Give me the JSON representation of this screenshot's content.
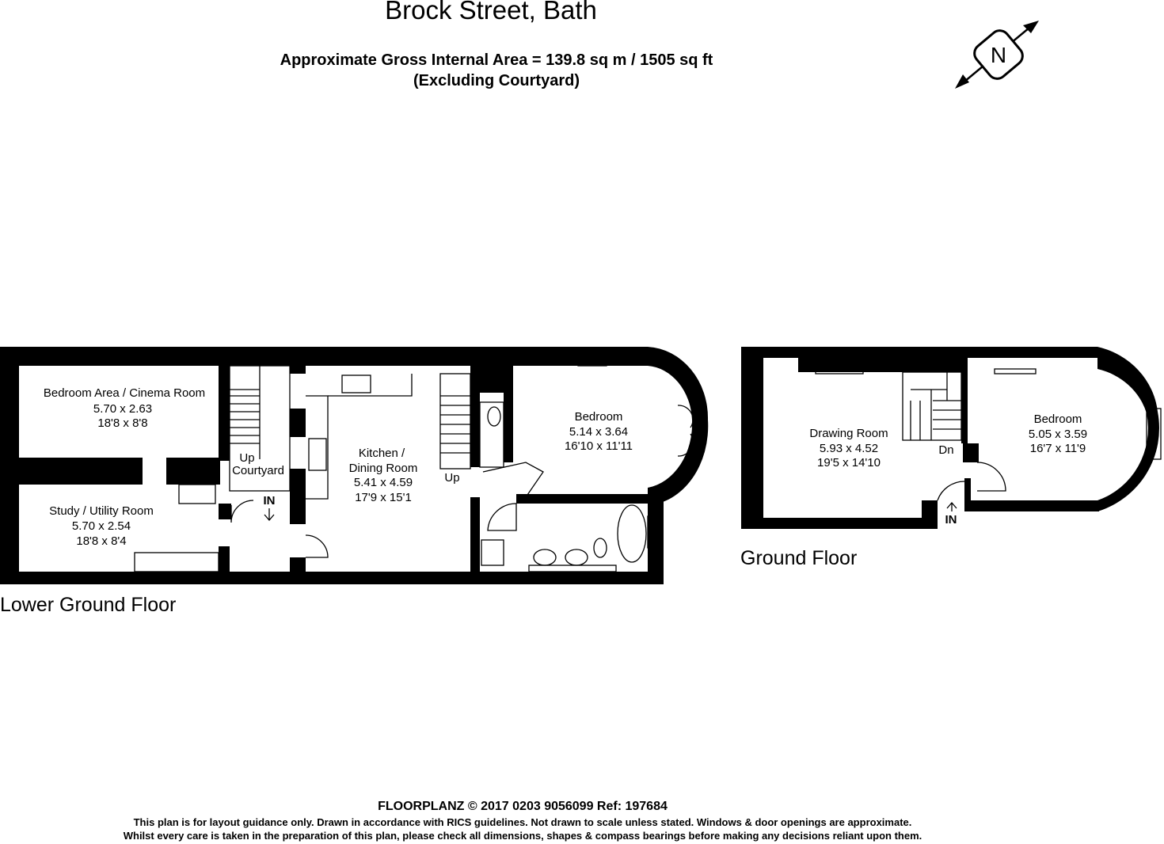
{
  "header": {
    "title": "Brock Street, Bath",
    "area_line": "Approximate Gross Internal Area = 139.8 sq m / 1505 sq ft",
    "excluding_line": "(Excluding Courtyard)"
  },
  "compass": {
    "letter": "N",
    "icon": "north-compass-icon"
  },
  "lower_ground": {
    "floor_label": "Lower Ground Floor",
    "rooms": [
      {
        "name": "Bedroom Area / Cinema Room",
        "metric": "5.70 x 2.63",
        "imperial": "18'8 x 8'8"
      },
      {
        "name": "Study / Utility Room",
        "metric": "5.70 x 2.54",
        "imperial": "18'8 x 8'4"
      },
      {
        "name": "Kitchen /",
        "name2": "Dining Room",
        "metric": "5.41 x 4.59",
        "imperial": "17'9 x 15'1"
      },
      {
        "name": "Bedroom",
        "metric": "5.14 x 3.64",
        "imperial": "16'10 x 11'11"
      }
    ],
    "courtyard": "Courtyard",
    "up_labels": [
      "Up",
      "Up"
    ],
    "in_label": "IN"
  },
  "ground": {
    "floor_label": "Ground Floor",
    "rooms": [
      {
        "name": "Drawing Room",
        "metric": "5.93 x 4.52",
        "imperial": "19'5 x 14'10"
      },
      {
        "name": "Bedroom",
        "metric": "5.05 x 3.59",
        "imperial": "16'7 x 11'9"
      }
    ],
    "dn_label": "Dn",
    "in_label": "IN"
  },
  "footer": {
    "credit": "FLOORPLANZ © 2017    0203 9056099    Ref: 197684",
    "disclaimer_1": "This plan is for layout guidance only. Drawn in accordance with RICS guidelines. Not drawn to scale unless stated. Windows & door openings are approximate.",
    "disclaimer_2": "Whilst every care is taken in the preparation of this plan, please check all dimensions, shapes & compass bearings before making any decisions reliant upon them."
  }
}
